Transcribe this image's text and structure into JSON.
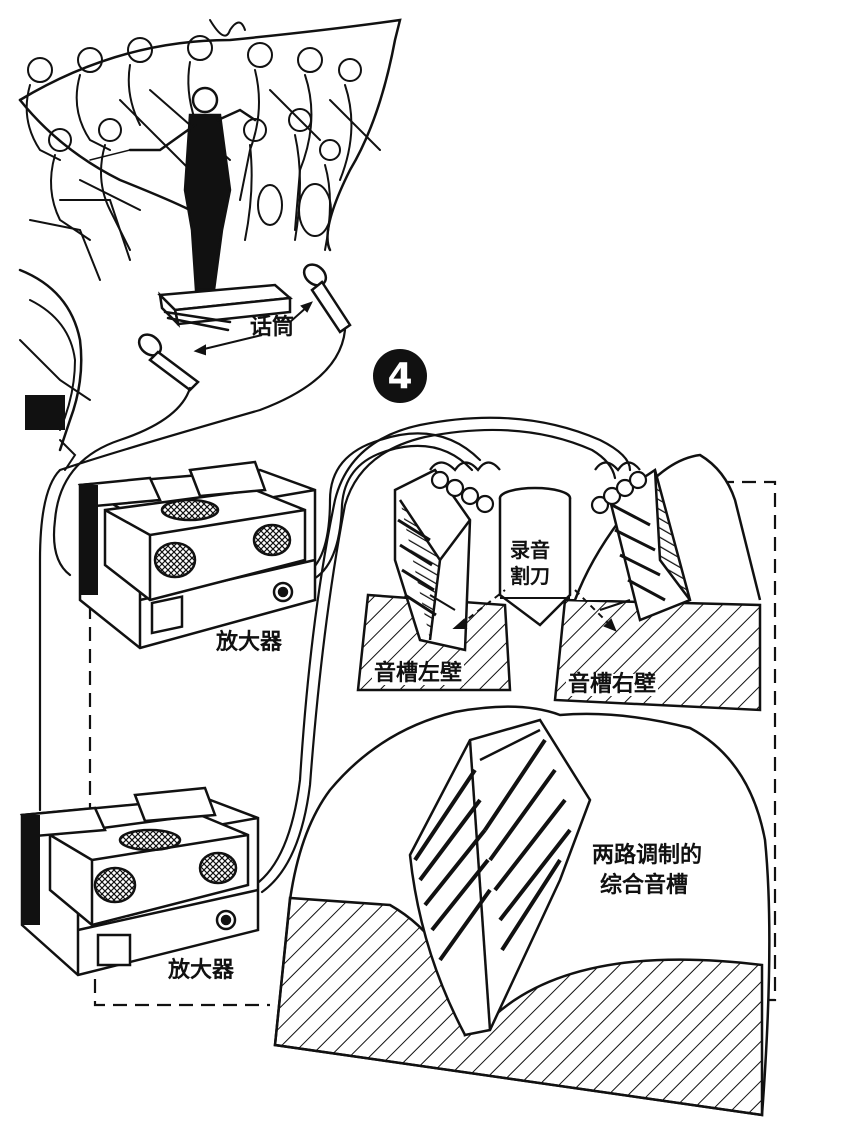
{
  "figure_number": "4",
  "labels": {
    "microphone": "话筒",
    "amplifier_top": "放大器",
    "amplifier_bottom": "放大器",
    "cutter_line1": "录音",
    "cutter_line2": "割刀",
    "groove_left_wall": "音槽左壁",
    "groove_right_wall": "音槽右壁",
    "combined_line1": "两路调制的",
    "combined_line2": "综合音槽"
  },
  "colors": {
    "ink": "#111111",
    "paper": "#ffffff"
  }
}
